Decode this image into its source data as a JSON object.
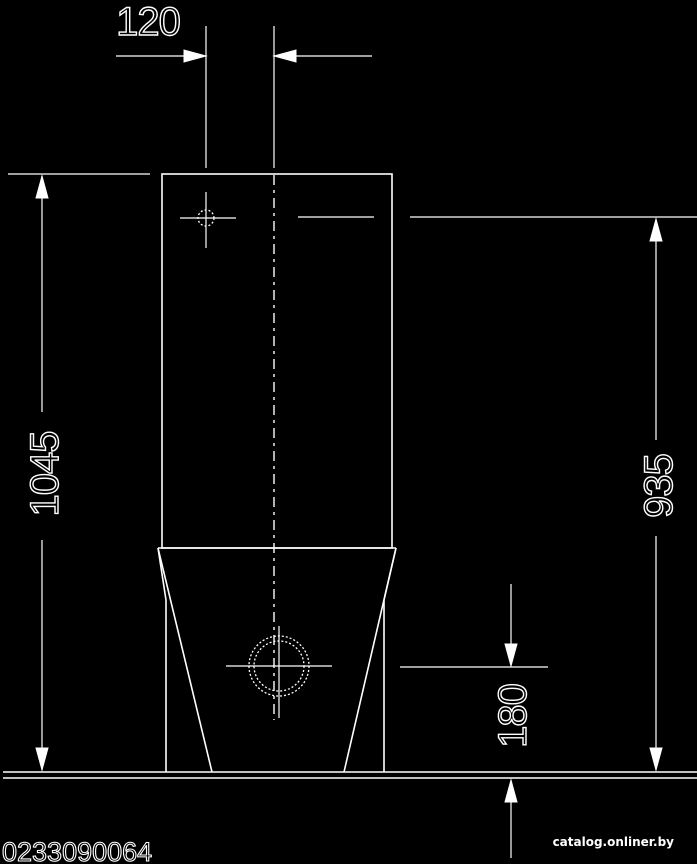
{
  "dimensions": {
    "centerline_offset": "120",
    "total_height": "1045",
    "inlet_height": "935",
    "outlet_height": "180"
  },
  "article_number": "0233090064",
  "watermark": "catalog.onliner.by"
}
